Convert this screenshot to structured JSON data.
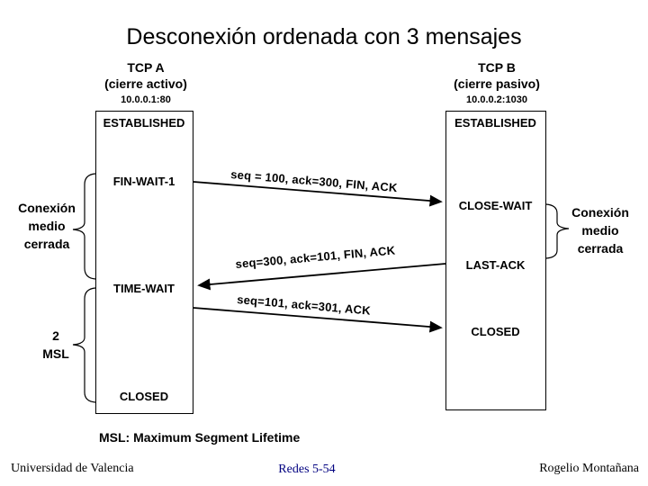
{
  "title": "Desconexión ordenada con 3 mensajes",
  "endpoints": {
    "a": {
      "name": "TCP A",
      "role": "(cierre activo)",
      "address": "10.0.0.1:80"
    },
    "b": {
      "name": "TCP B",
      "role": "(cierre pasivo)",
      "address": "10.0.0.2:1030"
    }
  },
  "states": {
    "a": [
      "ESTABLISHED",
      "FIN-WAIT-1",
      "TIME-WAIT",
      "CLOSED"
    ],
    "b": [
      "ESTABLISHED",
      "CLOSE-WAIT",
      "LAST-ACK",
      "CLOSED"
    ]
  },
  "messages": [
    {
      "label": "seq = 100, ack=300, FIN, ACK",
      "direction": "a-to-b"
    },
    {
      "label": "seq=300, ack=101, FIN, ACK",
      "direction": "b-to-a"
    },
    {
      "label": "seq=101, ack=301, ACK",
      "direction": "a-to-b"
    }
  ],
  "annotations": {
    "half_closed_left": "Conexión\nmedio\ncerrada",
    "half_closed_right": "Conexión\nmedio\ncerrada",
    "two_msl": "2\nMSL",
    "msl_note": "MSL: Maximum Segment Lifetime"
  },
  "footer": {
    "left": "Universidad de Valencia",
    "center": "Redes 5-54",
    "right": "Rogelio Montañana"
  },
  "colors": {
    "ink": "#000000",
    "background": "#ffffff",
    "footer_center": "#000080"
  }
}
